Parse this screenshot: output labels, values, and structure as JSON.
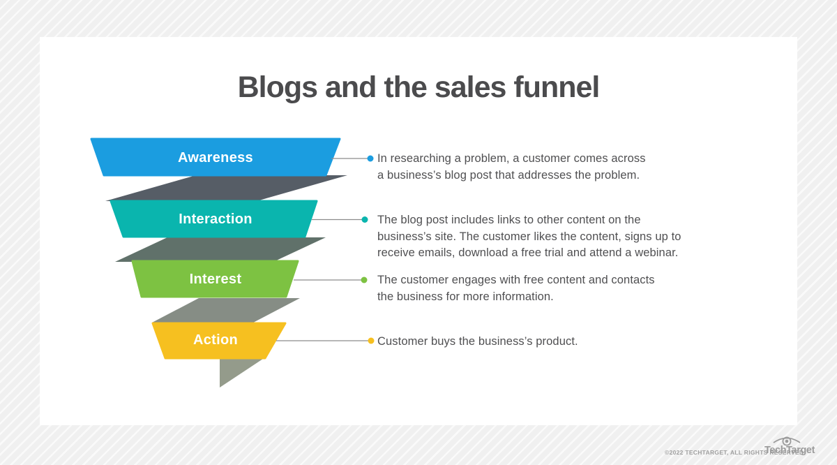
{
  "title": "Blogs and the sales funnel",
  "funnel": {
    "stages": [
      {
        "label": "Awareness",
        "color": "#1b9de0",
        "description_lines": [
          "In researching a problem, a customer comes across",
          "a business’s blog post that addresses the problem."
        ]
      },
      {
        "label": "Interaction",
        "color": "#0ab5ae",
        "description_lines": [
          "The blog post includes links to other content on the",
          "business’s site. The customer likes the content, signs up to",
          "receive emails, download a free trial and attend a webinar."
        ]
      },
      {
        "label": "Interest",
        "color": "#7dc242",
        "description_lines": [
          "The customer engages with free content and contacts",
          "the business for more information."
        ]
      },
      {
        "label": "Action",
        "color": "#f6c020",
        "description_lines": [
          "Customer buys the business’s product."
        ]
      }
    ],
    "connector_colors": [
      "#565d66",
      "#60716a",
      "#868d85"
    ],
    "tail_color": "#949b8b",
    "callout_line_color": "#8c8c8c"
  },
  "text_color": "#4f4f51",
  "title_color": "#4b4b4d",
  "footer": {
    "copyright": "©2022 TECHTARGET, ALL RIGHTS RESERVED",
    "brand": "TechTarget"
  }
}
